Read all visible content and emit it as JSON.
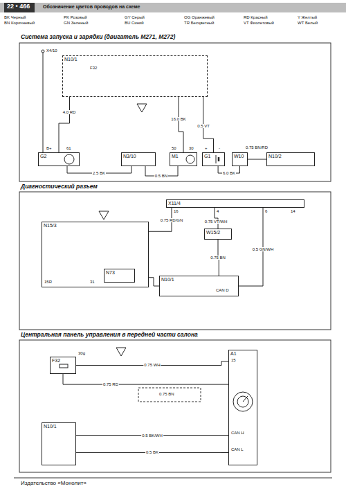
{
  "diagram": {
    "nodes": [
      {
        "text": [
          "N10/1"
        ]
      },
      {
        "text": [
          "G2"
        ]
      },
      {
        "text": [
          "N3/10"
        ]
      },
      {
        "text": [
          "M1"
        ]
      },
      {
        "text": [
          "G1"
        ]
      },
      {
        "text": [
          "W10"
        ]
      },
      {
        "text": [
          "N10/2"
        ]
      },
      {
        "text": [
          "N15/3"
        ]
      },
      {
        "text": [
          "N73"
        ],
        "in": 7
      },
      {
        "text": [
          "W15/2"
        ]
      },
      {
        "text": [
          "N10/1"
        ]
      },
      {
        "text": [
          "X11/4"
        ]
      },
      {
        "text": [
          "F32"
        ]
      },
      {
        "text": [
          "N10/1"
        ]
      },
      {
        "text": [
          "A1"
        ]
      }
    ],
    "edges": [
      {
        "from": 0,
        "to": 1,
        "label": "4.0 RD",
        "arrow": "none"
      },
      {
        "from": 0,
        "to": 3,
        "label": "16.0 BK",
        "arrow": "none"
      },
      {
        "from": 0,
        "to": 4,
        "label": "0.5 VT",
        "arrow": "none"
      },
      {
        "from": 1,
        "to": 2,
        "label": "2.5 BK",
        "arrow": "none"
      },
      {
        "from": 2,
        "to": 3,
        "label": "0.5 BN",
        "arrow": "none"
      },
      {
        "from": 4,
        "to": 5,
        "label": "6.0 BK",
        "arrow": "none"
      },
      {
        "from": 5,
        "to": 6,
        "label": "0.75 BN/RD",
        "arrow": "none"
      },
      {
        "from": 11,
        "to": 7,
        "label": "0.75 RD/GN",
        "arrow": "none"
      },
      {
        "from": 11,
        "to": 9,
        "label": "0.75 VT/WH",
        "arrow": "none"
      },
      {
        "from": 9,
        "to": 10,
        "label": "0.75 BN",
        "arrow": "none"
      },
      {
        "from": 11,
        "to": 10,
        "label": "0.5 GN/WH",
        "arrow": "none"
      },
      {
        "from": 7,
        "to": 10,
        "arrow": "none"
      },
      {
        "from": 12,
        "to": 14,
        "label": "0.75 WH",
        "arrow": "none"
      },
      {
        "from": 13,
        "to": 14,
        "label": "0.5 BK/WH",
        "arrow": "none"
      },
      {
        "from": 13,
        "to": 14,
        "label": "0.5 BK",
        "arrow": "none"
      },
      {
        "from": 12,
        "to": 14,
        "label": "0.75 RD",
        "arrow": "none"
      }
    ],
    "labels": [
      "22 • 466",
      "Обозначение цветов проводов на схеме",
      "BK Черный",
      "BN Коричневый",
      "PK Розовый",
      "GN Зеленый",
      "GY Серый",
      "BU Синий",
      "OG Оранжевый",
      "TR Бесцветный",
      "RD Красный",
      "VT Фиолетовый",
      "Y Желтый",
      "WT Белый",
      "Система запуска и зарядки (двигатель М271, М272)",
      "Диагностический разъем",
      "Центральная панель управления в передней части салона",
      "Издательство «Монолит»",
      "X4/10",
      "F32",
      "B+",
      "61",
      "50",
      "30",
      "+",
      "-",
      "16",
      "4",
      "6",
      "14",
      "CAN D",
      "15R",
      "31",
      "30g",
      "CAN H",
      "CAN L",
      "15",
      "0.75 BN"
    ]
  }
}
